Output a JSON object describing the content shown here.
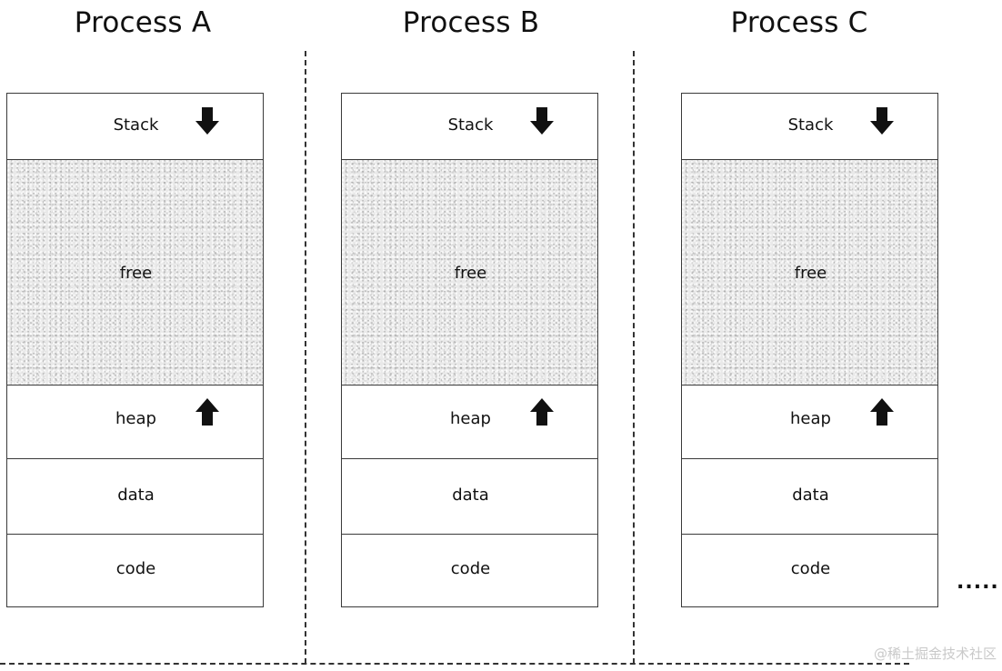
{
  "processes": [
    {
      "title": "Process A",
      "segments": {
        "stack": "Stack",
        "free": "free",
        "heap": "heap",
        "data": "data",
        "code": "code"
      }
    },
    {
      "title": "Process B",
      "segments": {
        "stack": "Stack",
        "free": "free",
        "heap": "heap",
        "data": "data",
        "code": "code"
      }
    },
    {
      "title": "Process C",
      "segments": {
        "stack": "Stack",
        "free": "free",
        "heap": "heap",
        "data": "data",
        "code": "code"
      }
    }
  ],
  "ellipsis": ".....",
  "watermark": "@稀土掘金技术社区",
  "icons": {
    "stack_growth": "arrow-down-icon",
    "heap_growth": "arrow-up-icon"
  },
  "colors": {
    "free_fill": "#e9e9e9",
    "border": "#3a3a3a",
    "divider": "#333333"
  }
}
